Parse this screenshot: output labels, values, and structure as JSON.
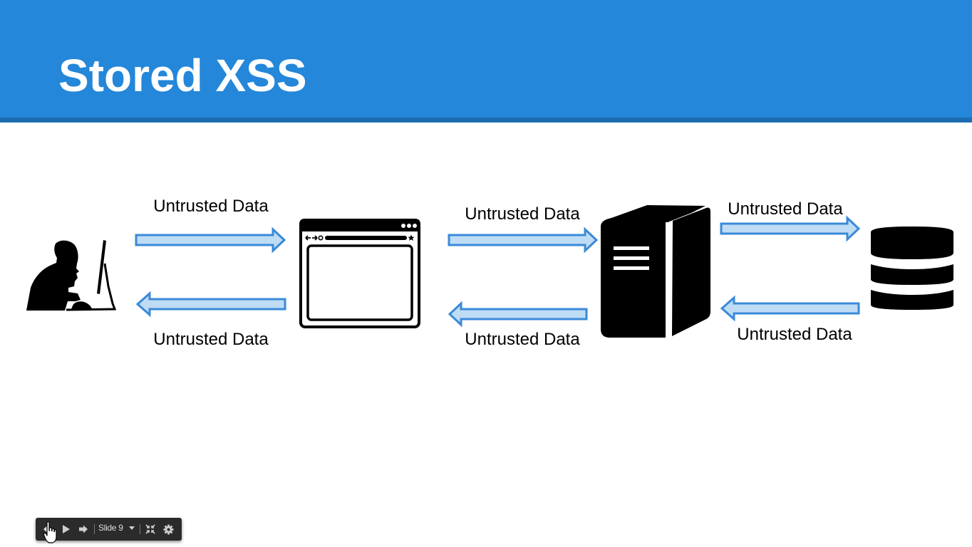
{
  "slide": {
    "title": "Stored XSS"
  },
  "diagram": {
    "nodes": [
      {
        "id": "attacker",
        "icon": "hacker-at-computer-icon"
      },
      {
        "id": "browser",
        "icon": "browser-window-icon"
      },
      {
        "id": "server",
        "icon": "server-tower-icon"
      },
      {
        "id": "database",
        "icon": "database-icon"
      }
    ],
    "flows": [
      {
        "label": "Untrusted Data",
        "direction": "right"
      },
      {
        "label": "Untrusted Data",
        "direction": "left"
      },
      {
        "label": "Untrusted Data",
        "direction": "right"
      },
      {
        "label": "Untrusted Data",
        "direction": "left"
      },
      {
        "label": "Untrusted Data",
        "direction": "right"
      },
      {
        "label": "Untrusted Data",
        "direction": "left"
      }
    ]
  },
  "toolbar": {
    "slide_label": "Slide 9",
    "buttons": [
      "previous-icon",
      "play-icon",
      "next-icon",
      "exit-fullscreen-icon",
      "settings-icon"
    ]
  },
  "colors": {
    "header": "#2487d9",
    "header_rule": "#1b6cb0",
    "arrow_fill": "#bfdcf5",
    "arrow_stroke": "#3a8ad8",
    "toolbar_bg": "#2b2b2b"
  }
}
